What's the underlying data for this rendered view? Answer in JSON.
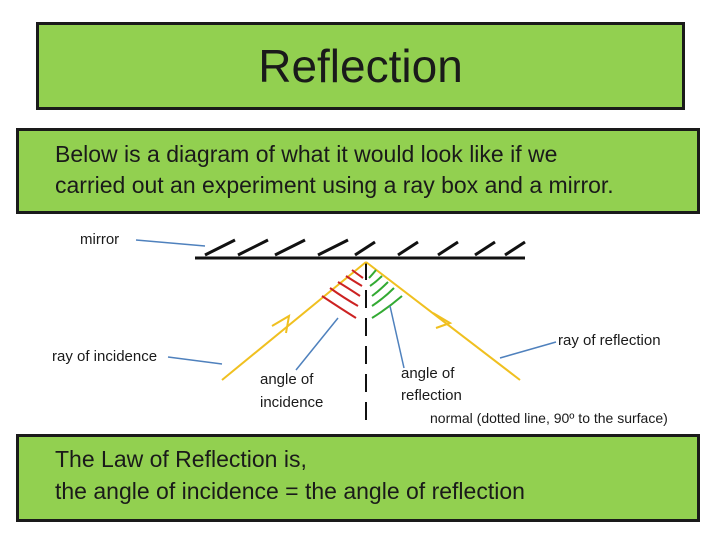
{
  "title": "Reflection",
  "intro": {
    "line1": "Below is a diagram of what it would look like if we",
    "line2": "carried out an experiment using a ray box and a mirror."
  },
  "labels": {
    "mirror": "mirror",
    "ray_of_incidence": "ray of incidence",
    "angle_of_incidence_1": "angle of",
    "angle_of_incidence_2": "incidence",
    "angle_of_reflection_1": "angle of",
    "angle_of_reflection_2": "reflection",
    "ray_of_reflection": "ray of reflection",
    "normal": "normal (dotted line, 90º to the surface)"
  },
  "law": {
    "line1": "The Law of Reflection is,",
    "line2": "the angle of incidence = the angle of reflection"
  },
  "colors": {
    "box_fill": "#92d050",
    "ray": "#f0c020",
    "pointer": "#4f81bd",
    "angle_incidence": "#cc2222",
    "angle_reflection": "#33aa33"
  }
}
